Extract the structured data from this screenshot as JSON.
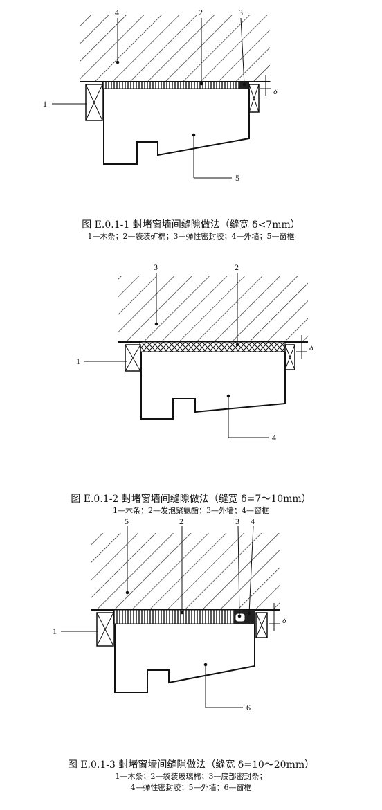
{
  "figures": [
    {
      "caption": "图 E.0.1-1  封堵窗墙间缝隙做法（缝宽 δ<7mm）",
      "legend": [
        "1—木条；2—袋装矿棉；3—弹性密封胶；4—外墙；5—窗框"
      ],
      "callouts": [
        "1",
        "2",
        "3",
        "4",
        "5"
      ],
      "gap_symbol": "δ"
    },
    {
      "caption": "图 E.0.1-2  封堵窗墙间缝隙做法（缝宽 δ=7～10mm）",
      "legend": [
        "1—木条；2—发泡聚氨酯；3—外墙；4—窗框"
      ],
      "callouts": [
        "1",
        "2",
        "3",
        "4"
      ],
      "gap_symbol": "δ"
    },
    {
      "caption": "图 E.0.1-3  封堵窗墙间缝隙做法（缝宽 δ=10～20mm）",
      "legend": [
        "1—木条；2—袋装玻璃棉；3—底部密封条；",
        "4—弹性密封胶；5—外墙；6—窗框"
      ],
      "callouts": [
        "1",
        "2",
        "3",
        "4",
        "5",
        "6"
      ],
      "gap_symbol": "δ"
    }
  ]
}
